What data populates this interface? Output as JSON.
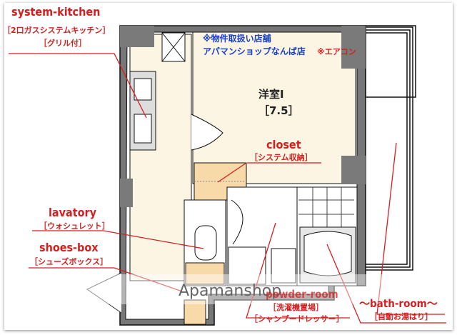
{
  "floorplan": {
    "room_name": "洋室Ⅰ",
    "room_size": "［7.5］",
    "store_note_line1": "※物件取扱い店舗",
    "store_note_line2": "アパマンショップなんば店",
    "aircon_note": "※エアコン",
    "watermark": "Apamanshop",
    "colors": {
      "label": "#d61e1e",
      "note": "#1a3fd0",
      "floor": "#fcf5e3",
      "storage": "#f8d9a8",
      "wall": "#7a7a7a"
    }
  },
  "labels": {
    "kitchen": {
      "title": "system-kitchen",
      "sub1": "［2口ガスシステムキッチン］",
      "sub2": "［グリル付］"
    },
    "closet": {
      "title": "closet",
      "sub1": "［システム収納］"
    },
    "lavatory": {
      "title": "lavatory",
      "sub1": "［ウォシュレット］"
    },
    "shoes_box": {
      "title": "shoes-box",
      "sub1": "［シューズボックス］"
    },
    "powder_room": {
      "title": "powder-room",
      "sub1": "［洗濯機置場］",
      "sub2": "［シャンプードレッサー］"
    },
    "bath_room": {
      "title": "～bath-room～",
      "sub1": "［自動お湯はり］"
    }
  }
}
